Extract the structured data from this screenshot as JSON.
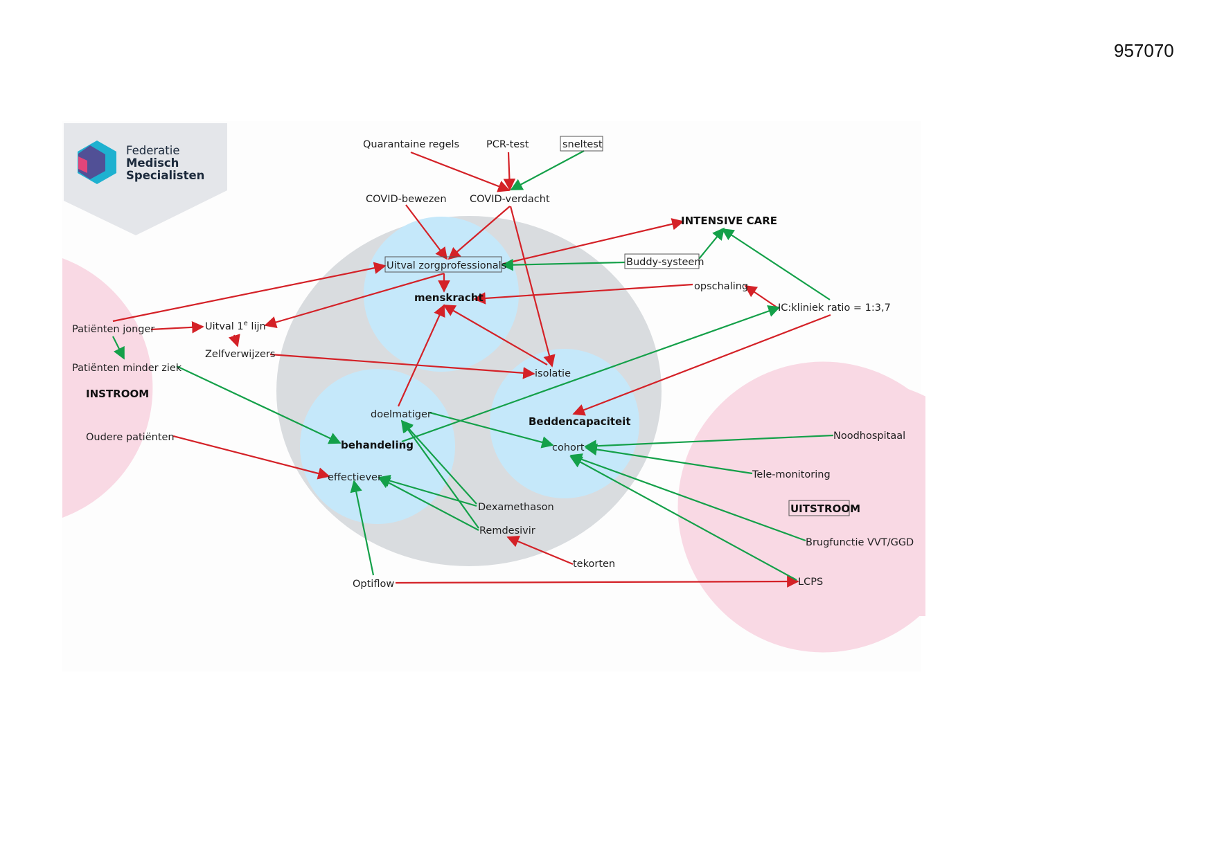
{
  "document_id": "957070",
  "logo": {
    "line1": "Federatie",
    "line2": "Medisch",
    "line3": "Specialisten"
  },
  "colors": {
    "red": "#d42127",
    "green": "#14a049",
    "pink": "#f9d9e4",
    "blue": "#c5e8fa",
    "grey": "#d9dcdf"
  },
  "nodes": {
    "quarantaine_regels": "Quarantaine regels",
    "pcr_test": "PCR-test",
    "sneltest": "sneltest",
    "covid_bewezen": "COVID-bewezen",
    "covid_verdacht": "COVID-verdacht",
    "intensive_care": "INTENSIVE CARE",
    "uitval_zorgprofessionals": "Uitval zorgprofessionals",
    "buddy_systeem": "Buddy-systeem",
    "menskracht": "menskracht",
    "opschaling": "opschaling",
    "ic_kliniek_ratio": "IC:kliniek ratio = 1:3,7",
    "patienten_jonger": "Patiënten jonger",
    "uitval_1e_lijn_main": "Uitval 1",
    "uitval_1e_lijn_sup": "e",
    "uitval_1e_lijn_end": " lijn",
    "zelfverwijzers": "Zelfverwijzers",
    "isolatie": "isolatie",
    "patienten_minder_ziek": "Patiënten minder ziek",
    "instroom": "INSTROOM",
    "doelmatiger": "doelmatiger",
    "beddencapaciteit": "Beddencapaciteit",
    "behandeling": "behandeling",
    "oudere_patienten": "Oudere patiënten",
    "cohort": "cohort",
    "noodhospitaal": "Noodhospitaal",
    "effectiever": "effectiever",
    "tele_monitoring": "Tele-monitoring",
    "uitstroom": "UITSTROOM",
    "dexamethason": "Dexamethason",
    "remdesivir": "Remdesivir",
    "brugfunctie": "Brugfunctie VVT/GGD",
    "tekorten": "tekorten",
    "optiflow": "Optiflow",
    "lcps": "LCPS"
  }
}
